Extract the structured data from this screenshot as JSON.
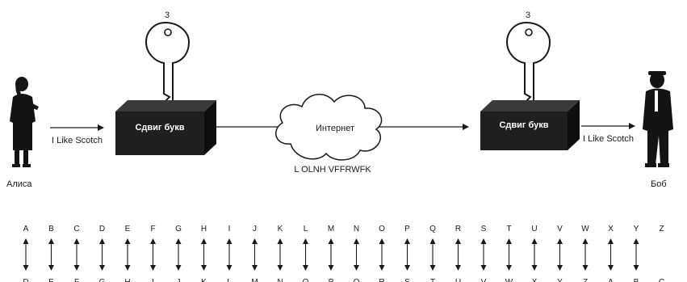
{
  "sender": {
    "name": "Алиса"
  },
  "receiver": {
    "name": "Боб"
  },
  "plaintext_in": "I Like Scotch",
  "plaintext_out": "I Like Scotch",
  "box_left": {
    "label": "Сдвиг букв"
  },
  "box_right": {
    "label": "Сдвиг букв"
  },
  "key_left": {
    "value": "3"
  },
  "key_right": {
    "value": "3"
  },
  "cloud": {
    "label": "Интернет"
  },
  "ciphertext": "L OLNH VFFRWFK",
  "alphabet_top": [
    "A",
    "B",
    "C",
    "D",
    "E",
    "F",
    "G",
    "H",
    "I",
    "J",
    "K",
    "L",
    "M",
    "N",
    "O",
    "P",
    "Q",
    "R",
    "S",
    "T",
    "U",
    "V",
    "W",
    "X",
    "Y",
    "Z"
  ],
  "alphabet_bottom": [
    "D",
    "E",
    "F",
    "G",
    "H",
    "I",
    "J",
    "K",
    "L",
    "M",
    "N",
    "O",
    "P",
    "Q",
    "R",
    "S",
    "T",
    "U",
    "V",
    "W",
    "X",
    "Y",
    "Z",
    "A",
    "B",
    "C"
  ]
}
